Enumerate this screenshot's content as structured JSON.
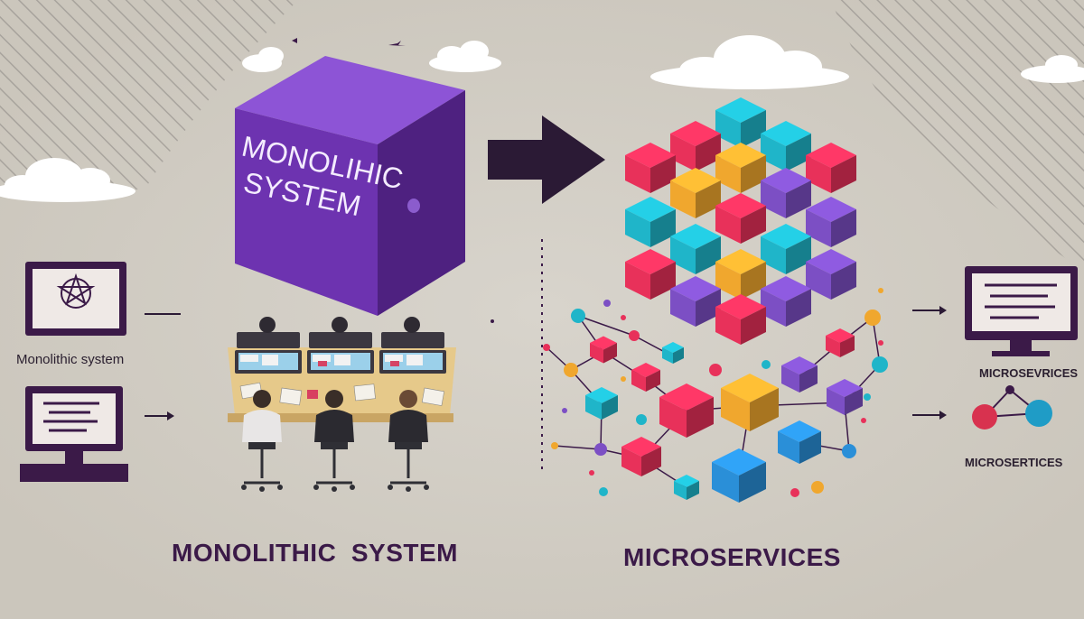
{
  "labels": {
    "cube_line1": "MONOLIHIC",
    "cube_line2": "SYSTEM",
    "left_monitor_caption": "Monolithic system",
    "bottom_left": "MONOLITHIC  SYSTEM",
    "bottom_right": "MICROSERVICES",
    "right_label_1": "MICROSEVRICES",
    "right_label_2": "MICROSERTICES"
  },
  "colors": {
    "background": "#d3cfc6",
    "monolith_purple": "#7a3fbf",
    "text_dark": "#3b1a48",
    "micro_red": "#e8315a",
    "micro_teal": "#1fb5c9",
    "micro_purple": "#7c4fc4",
    "micro_yellow": "#f0a72e",
    "micro_blue": "#2a8fd8"
  }
}
